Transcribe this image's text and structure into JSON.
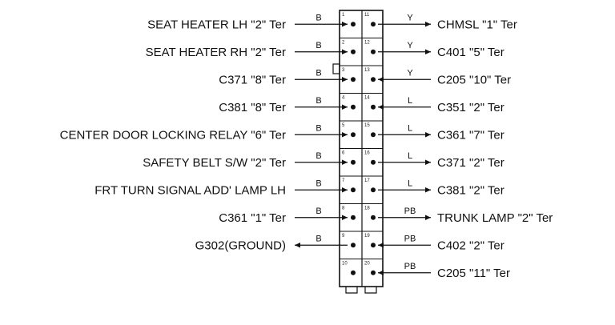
{
  "connector": {
    "left_pins": [
      "1",
      "2",
      "3",
      "4",
      "5",
      "6",
      "7",
      "8",
      "9",
      "10"
    ],
    "right_pins": [
      "11",
      "12",
      "13",
      "14",
      "15",
      "16",
      "17",
      "18",
      "19",
      "20"
    ]
  },
  "left_wires": [
    {
      "pin": "1",
      "label": "SEAT HEATER LH \"2\" Ter",
      "color": "B",
      "dir": "in"
    },
    {
      "pin": "2",
      "label": "SEAT HEATER RH \"2\" Ter",
      "color": "B",
      "dir": "in"
    },
    {
      "pin": "3",
      "label": "C371 \"8\" Ter",
      "color": "B",
      "dir": "in"
    },
    {
      "pin": "4",
      "label": "C381 \"8\" Ter",
      "color": "B",
      "dir": "in"
    },
    {
      "pin": "5",
      "label": "CENTER DOOR LOCKING RELAY \"6\" Ter",
      "color": "B",
      "dir": "in"
    },
    {
      "pin": "6",
      "label": "SAFETY BELT S/W \"2\" Ter",
      "color": "B",
      "dir": "in"
    },
    {
      "pin": "7",
      "label": "FRT TURN SIGNAL ADD' LAMP LH",
      "color": "B",
      "dir": "in"
    },
    {
      "pin": "8",
      "label": "C361 \"1\" Ter",
      "color": "B",
      "dir": "in"
    },
    {
      "pin": "9",
      "label": "G302(GROUND)",
      "color": "B",
      "dir": "out"
    }
  ],
  "right_wires": [
    {
      "pin": "11",
      "label": "CHMSL \"1\" Ter",
      "color": "Y",
      "dir": "out"
    },
    {
      "pin": "12",
      "label": "C401 \"5\" Ter",
      "color": "Y",
      "dir": "out"
    },
    {
      "pin": "13",
      "label": "C205 \"10\" Ter",
      "color": "Y",
      "dir": "in"
    },
    {
      "pin": "14",
      "label": "C351 \"2\" Ter",
      "color": "L",
      "dir": "in"
    },
    {
      "pin": "15",
      "label": "C361 \"7\" Ter",
      "color": "L",
      "dir": "out"
    },
    {
      "pin": "16",
      "label": "C371 \"2\" Ter",
      "color": "L",
      "dir": "out"
    },
    {
      "pin": "17",
      "label": "C381 \"2\" Ter",
      "color": "L",
      "dir": "out"
    },
    {
      "pin": "18",
      "label": "TRUNK LAMP \"2\" Ter",
      "color": "PB",
      "dir": "out"
    },
    {
      "pin": "19",
      "label": "C402 \"2\" Ter",
      "color": "PB",
      "dir": "in"
    },
    {
      "pin": "20",
      "label": "C205 \"11\" Ter",
      "color": "PB",
      "dir": "in"
    }
  ]
}
